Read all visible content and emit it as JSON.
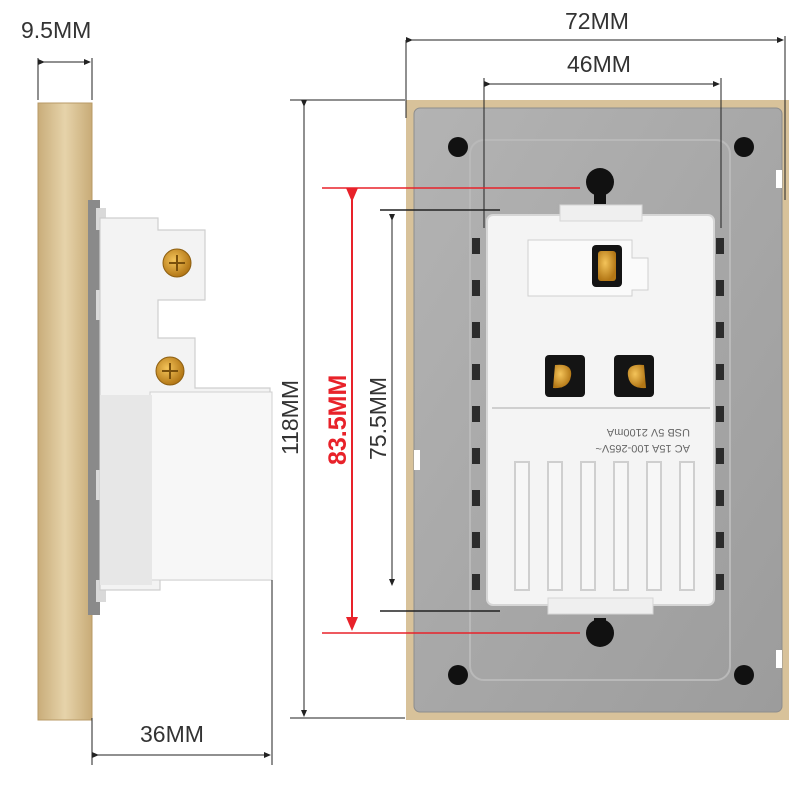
{
  "dimensions": {
    "thickness": "9.5MM",
    "depth": "36MM",
    "height_total": "118MM",
    "mount_spacing": "83.5MM",
    "module_height": "75.5MM",
    "width_total": "72MM",
    "module_width": "46MM"
  },
  "module_label": {
    "line1": "AC 15A 100-265V~",
    "line2": "USB 5V 2100mA"
  },
  "colors": {
    "frame_gold": "#d8bf8f",
    "plate_gray": "#a8a8a8",
    "module_white": "#f4f4f4",
    "accent_red": "#e8222a",
    "brass": "#d79a2a"
  },
  "icons": [
    "screw-terminal-icon",
    "mounting-hole-icon",
    "keyhole-slot-icon",
    "socket-pin-icon"
  ]
}
